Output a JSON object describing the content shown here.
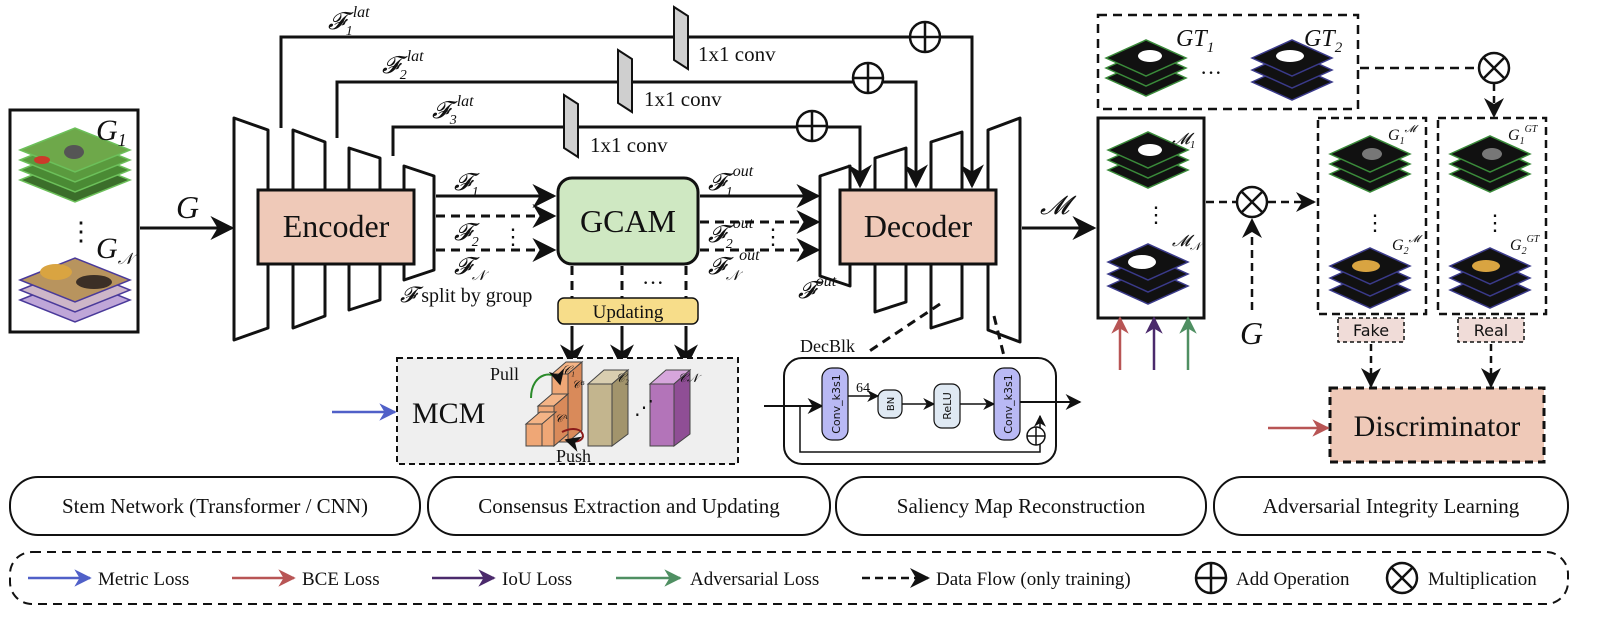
{
  "colors": {
    "encoder_fill": "#efc9b8",
    "gcam_fill": "#cfe8c2",
    "gcam_stroke": "#4e8a3c",
    "updating_fill": "#f7dd8a",
    "mcm_fill": "#efefef",
    "conv_fill": "#b9b9f4",
    "bn_fill": "#dfe9f3",
    "metric_loss": "#5060c8",
    "bce_loss": "#b85555",
    "iou_loss": "#4b2a6c",
    "adversarial_loss": "#4f8f62",
    "tag_fill": "#f0dcd8"
  },
  "input": {
    "g_first": "G",
    "g_first_sub": "1",
    "g_last": "G",
    "g_last_sub": "𝒩",
    "dots": "⋮",
    "g_label": "G"
  },
  "encoder": {
    "label": "Encoder"
  },
  "lateral": [
    {
      "name": "𝓕",
      "sub": "1",
      "sup": "lat",
      "conv": "1x1 conv"
    },
    {
      "name": "𝓕",
      "sub": "2",
      "sup": "lat",
      "conv": "1x1 conv"
    },
    {
      "name": "𝓕",
      "sub": "3",
      "sup": "lat",
      "conv": "1x1 conv"
    }
  ],
  "features_in": [
    {
      "name": "𝓕",
      "sub": "1"
    },
    {
      "name": "𝓕",
      "sub": "2"
    },
    {
      "name": "𝓕",
      "sub": "𝒩"
    }
  ],
  "split_note": {
    "sym": "𝓕",
    "text": " split by group"
  },
  "gcam": {
    "label": "GCAM"
  },
  "features_out": [
    {
      "name": "𝓕",
      "sub": "1",
      "sup": "out"
    },
    {
      "name": "𝓕",
      "sub": "2",
      "sup": "out"
    },
    {
      "name": "𝓕",
      "sub": "𝒩",
      "sup": "out"
    }
  ],
  "f_out": {
    "name": "𝓕",
    "sup": "out"
  },
  "decoder": {
    "label": "Decoder"
  },
  "updating": {
    "label": "Updating"
  },
  "mcm": {
    "label": "MCM",
    "pull": "Pull",
    "push": "Push",
    "c1": "𝒞₁",
    "cB": "𝒞ᴮ",
    "cA": "𝒞ᴬ",
    "c2": "𝒞₂",
    "cN": "𝒞𝒩"
  },
  "decblk": {
    "title": "DecBlk",
    "conv1": "Conv_k3s1",
    "channels": "64",
    "bn": "BN",
    "relu": "ReLU",
    "conv2": "Conv_k3s1"
  },
  "m_label": "𝓜",
  "maps": {
    "m1": "𝓜",
    "m1_sub": "1",
    "mN": "𝓜",
    "mN_sub": "𝒩"
  },
  "gt": {
    "gt1": "GT",
    "gt1_sub": "1",
    "gt2": "GT",
    "gt2_sub": "2",
    "dots": "···"
  },
  "g_bottom": "G",
  "fake_stack": {
    "top": "G",
    "top_sub": "1",
    "top_sup": "𝓜",
    "bottom": "G",
    "bottom_sub": "2",
    "bottom_sup": "𝓜",
    "tag": "Fake"
  },
  "real_stack": {
    "top": "G",
    "top_sub": "1",
    "top_sup": "GT",
    "bottom": "G",
    "bottom_sub": "2",
    "bottom_sup": "GT",
    "tag": "Real"
  },
  "discriminator": {
    "label": "Discriminator"
  },
  "stages": [
    "Stem Network (Transformer / CNN)",
    "Consensus Extraction and Updating",
    "Saliency Map Reconstruction",
    "Adversarial Integrity Learning"
  ],
  "legend": {
    "metric": "Metric Loss",
    "bce": "BCE Loss",
    "iou": "IoU Loss",
    "adv": "Adversarial Loss",
    "flow": "Data Flow (only training)",
    "add": "Add Operation",
    "mult": "Multiplication"
  }
}
